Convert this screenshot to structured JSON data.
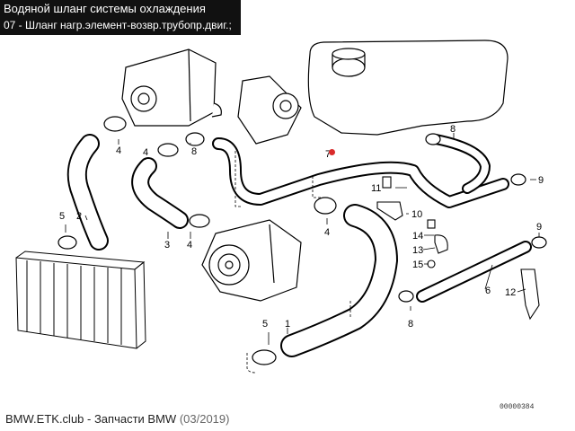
{
  "header": {
    "title": "Водяной шланг системы охлаждения",
    "subtitle": "07 - Шланг нагр.элемент-возвр.трубопр.двиг.;"
  },
  "footer": {
    "site": "BMW.ETK.club - Запчасти BMW",
    "date": "(03/2019)",
    "code": "00000384"
  },
  "callouts": {
    "c1": "1",
    "c2": "2",
    "c3": "3",
    "c4a": "4",
    "c4b": "4",
    "c4c": "4",
    "c4d": "4",
    "c5a": "5",
    "c5b": "5",
    "c6": "6",
    "c7": "7",
    "c8a": "8",
    "c8b": "8",
    "c8c": "8",
    "c9a": "9",
    "c9b": "9",
    "c10": "10",
    "c11": "11",
    "c12": "12",
    "c13": "13",
    "c14": "14",
    "c15": "15"
  },
  "colors": {
    "header_bg": "#111111",
    "marker": "#d92b2b"
  }
}
